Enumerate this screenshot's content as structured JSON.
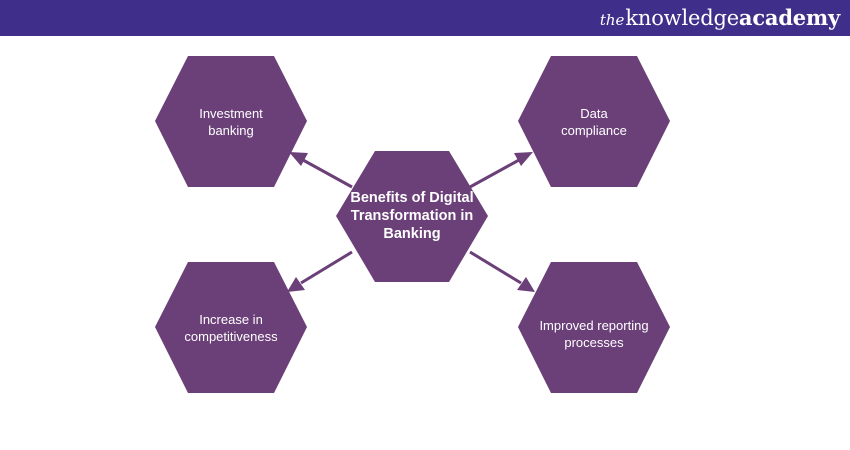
{
  "header": {
    "logo_prefix": "the",
    "logo_main": "knowledge",
    "logo_suffix": "academy"
  },
  "diagram": {
    "center": "Benefits of Digital Transformation in Banking",
    "nodes": {
      "top_left": "Investment banking",
      "top_right": "Data compliance",
      "bottom_left": "Increase in competitiveness",
      "bottom_right": "Improved reporting processes"
    }
  },
  "colors": {
    "header_bg": "#3f2f8a",
    "hexagon": "#6b3f78",
    "text": "#ffffff"
  }
}
